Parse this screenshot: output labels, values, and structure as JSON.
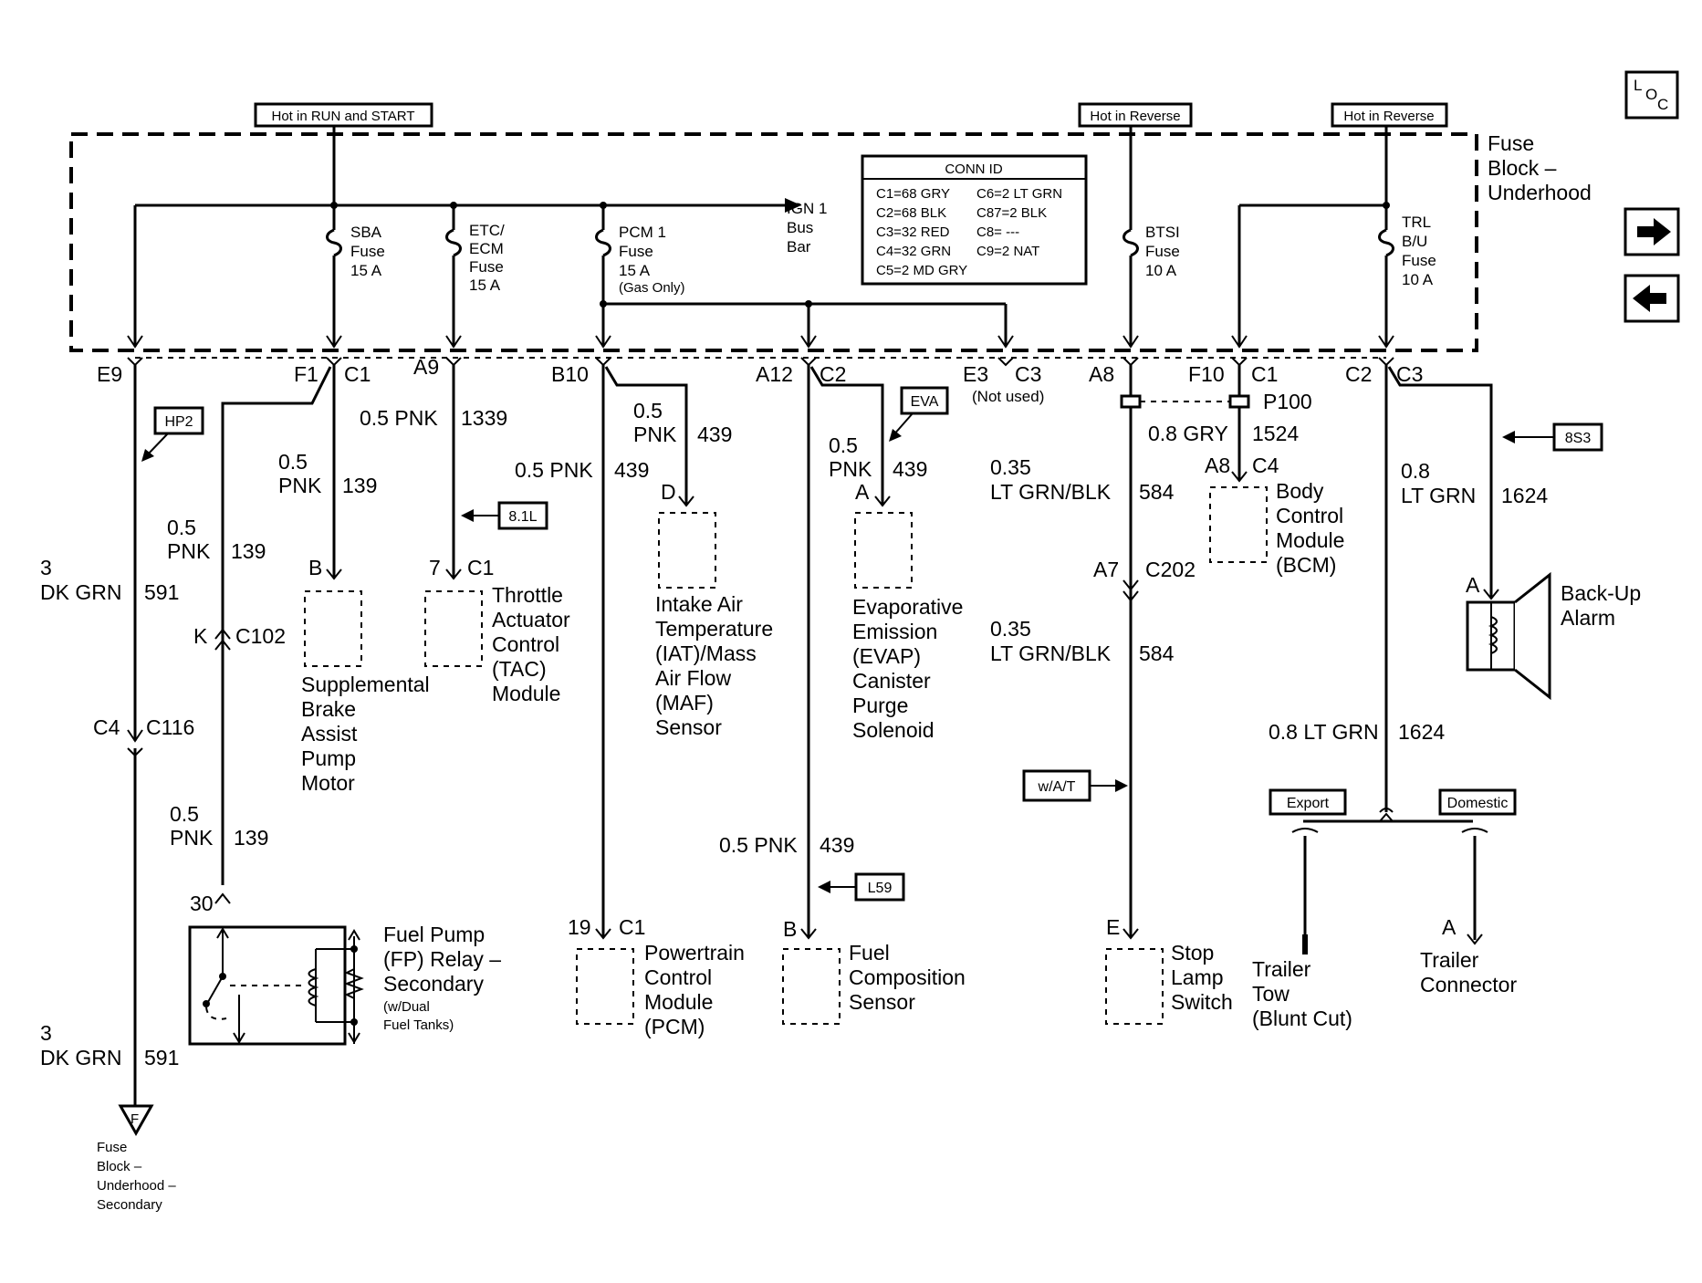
{
  "power_sources": {
    "run_start": "Hot in RUN and START",
    "reverse_1": "Hot in Reverse",
    "reverse_2": "Hot in Reverse"
  },
  "fuse_block": {
    "l1": "Fuse",
    "l2": "Block –",
    "l3": "Underhood"
  },
  "fuses": {
    "sba": [
      "SBA",
      "Fuse",
      "15 A"
    ],
    "etc": [
      "ETC/",
      "ECM",
      "Fuse",
      "15 A"
    ],
    "pcm": [
      "PCM 1",
      "Fuse",
      "15 A",
      "(Gas Only)"
    ],
    "ign": [
      "IGN 1",
      "Bus",
      "Bar"
    ],
    "btsi": [
      "BTSI",
      "Fuse",
      "10 A"
    ],
    "trl": [
      "TRL",
      "B/U",
      "Fuse",
      "10 A"
    ]
  },
  "conn_id": {
    "title": "CONN ID",
    "rows": [
      [
        "C1=68 GRY",
        "C6=2 LT GRN"
      ],
      [
        "C2=68 BLK",
        "C87=2 BLK"
      ],
      [
        "C3=32 RED",
        "C8= ---"
      ],
      [
        "C4=32 GRN",
        "C9=2 NAT"
      ],
      [
        "C5=2 MD GRY",
        ""
      ]
    ]
  },
  "connectors": {
    "e9": "E9",
    "f1": "F1",
    "c1a": "C1",
    "a9": "A9",
    "b10": "B10",
    "a12": "A12",
    "c2a": "C2",
    "e3": "E3",
    "c3a": "C3",
    "not_used": "(Not used)",
    "a8": "A8",
    "f10": "F10",
    "c1b": "C1",
    "c2b": "C2",
    "c3b": "C3",
    "p100": "P100",
    "a8b": "A8",
    "c4b": "C4",
    "a7": "A7",
    "c202": "C202",
    "k": "K",
    "c102": "C102",
    "c4": "C4",
    "c116": "C116",
    "pin_b": "B",
    "pin_7": "7",
    "pin_c1": "C1",
    "pin_d": "D",
    "pin_a": "A",
    "pin_30": "30",
    "pin_19": "19",
    "pin_c1p": "C1",
    "pin_bf": "B",
    "pin_e": "E",
    "pin_aa": "A",
    "pin_at": "A"
  },
  "wires": {
    "w591a": [
      "3",
      "DK GRN",
      "591"
    ],
    "w139a": [
      "0.5",
      "PNK",
      "139"
    ],
    "w139b": [
      "0.5",
      "PNK",
      "139"
    ],
    "w139c": [
      "0.5",
      "PNK",
      "139"
    ],
    "w1339": [
      "0.5 PNK",
      "1339"
    ],
    "w439a": [
      "0.5 PNK",
      "439"
    ],
    "w439b": [
      "0.5",
      "PNK",
      "439"
    ],
    "w439c": [
      "0.5",
      "PNK",
      "439"
    ],
    "w439d": [
      "0.5 PNK",
      "439"
    ],
    "w1524": [
      "0.8 GRY",
      "1524"
    ],
    "w584a": [
      "0.35",
      "LT GRN/BLK",
      "584"
    ],
    "w584b": [
      "0.35",
      "LT GRN/BLK",
      "584"
    ],
    "w1624a": [
      "0.8",
      "LT GRN",
      "1624"
    ],
    "w1624b": [
      "0.8 LT GRN",
      "1624"
    ],
    "w591b": [
      "3",
      "DK GRN",
      "591"
    ]
  },
  "option_tags": {
    "hp2": "HP2",
    "l81": "8.1L",
    "eva": "EVA",
    "l59": "L59",
    "s83": "8S3",
    "wat": "w/A/T",
    "export": "Export",
    "domestic": "Domestic"
  },
  "components": {
    "brake": [
      "Supplemental",
      "Brake",
      "Assist",
      "Pump",
      "Motor"
    ],
    "tac": [
      "Throttle",
      "Actuator",
      "Control",
      "(TAC)",
      "Module"
    ],
    "iat": [
      "Intake Air",
      "Temperature",
      "(IAT)/Mass",
      "Air Flow",
      "(MAF)",
      "Sensor"
    ],
    "evap": [
      "Evaporative",
      "Emission",
      "(EVAP)",
      "Canister",
      "Purge",
      "Solenoid"
    ],
    "bcm": [
      "Body",
      "Control",
      "Module",
      "(BCM)"
    ],
    "backup": [
      "Back-Up",
      "Alarm"
    ],
    "relay": [
      "Fuel Pump",
      "(FP) Relay –",
      "Secondary"
    ],
    "relay_note": [
      "(w/Dual",
      "Fuel Tanks)"
    ],
    "pcm": [
      "Powertrain",
      "Control",
      "Module",
      "(PCM)"
    ],
    "fuelcomp": [
      "Fuel",
      "Composition",
      "Sensor"
    ],
    "stoplamp": [
      "Stop",
      "Lamp",
      "Switch"
    ],
    "trailer_tow": [
      "Trailer",
      "Tow",
      "(Blunt Cut)"
    ],
    "trailer_conn": [
      "Trailer",
      "Connector"
    ],
    "fuse_block_sec": [
      "Fuse",
      "Block –",
      "Underhood –",
      "Secondary"
    ],
    "ground_letter": "F"
  },
  "loc_icon": {
    "l": "L",
    "o": "O",
    "c": "C"
  },
  "icons": [
    "loc-icon",
    "next-arrow-icon",
    "previous-arrow-icon",
    "fuse-icon",
    "relay-icon",
    "alarm-icon"
  ]
}
